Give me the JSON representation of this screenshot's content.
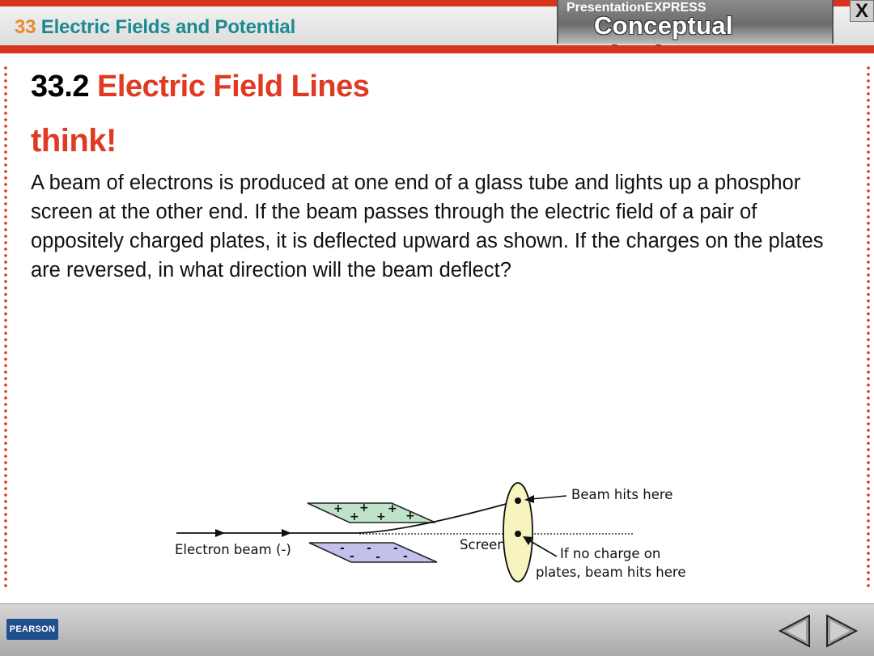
{
  "header": {
    "chapter_number": "33",
    "chapter_title": "Electric Fields and Potential",
    "brand_top": "PresentationEXPRESS",
    "brand_main": "Conceptual Physics",
    "close_label": "X"
  },
  "slide": {
    "section_number": "33.2",
    "section_title": "Electric Field Lines",
    "think_label": "think!",
    "body": "A beam of electrons is produced at one end of a glass tube and lights up a phosphor screen at the other end. If the beam passes through the electric field of a pair of oppositely charged plates, it is deflected upward as shown. If the charges on the plates are reversed, in what direction will the beam deflect?"
  },
  "diagram": {
    "electron_beam_label": "Electron beam (-)",
    "screen_label": "Screen",
    "beam_hits_label": "Beam hits here",
    "no_charge_label_line1": "If no charge on",
    "no_charge_label_line2": "plates, beam hits here",
    "top_plate_sign": "+",
    "bottom_plate_sign": "-",
    "colors": {
      "top_plate": "#bfe3c8",
      "bottom_plate": "#c4c0ec",
      "screen": "#f7f4c0"
    }
  },
  "footer": {
    "publisher_logo": "PEARSON",
    "prev_icon": "triangle-left-icon",
    "next_icon": "triangle-right-icon"
  }
}
